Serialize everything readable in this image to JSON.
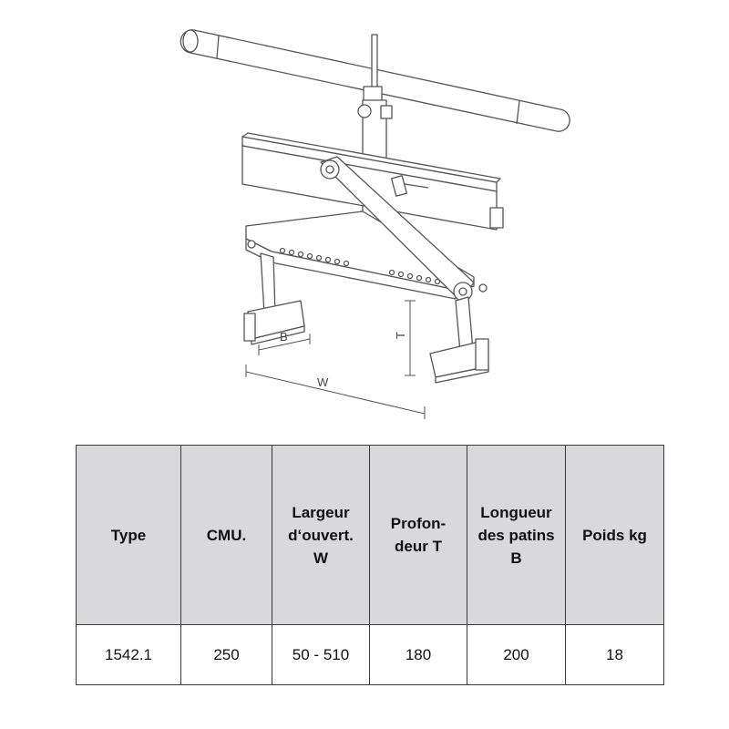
{
  "drawing": {
    "dimension_labels": {
      "b": "B",
      "w": "W",
      "t": "T"
    }
  },
  "table": {
    "headers": [
      "Type",
      "CMU.",
      "Largeur\nd‘ouvert.\nW",
      "Profon-\ndeur T",
      "Longueur\ndes patins\nB",
      "Poids kg"
    ],
    "rows": [
      [
        "1542.1",
        "250",
        "50 - 510",
        "180",
        "200",
        "18"
      ]
    ]
  }
}
